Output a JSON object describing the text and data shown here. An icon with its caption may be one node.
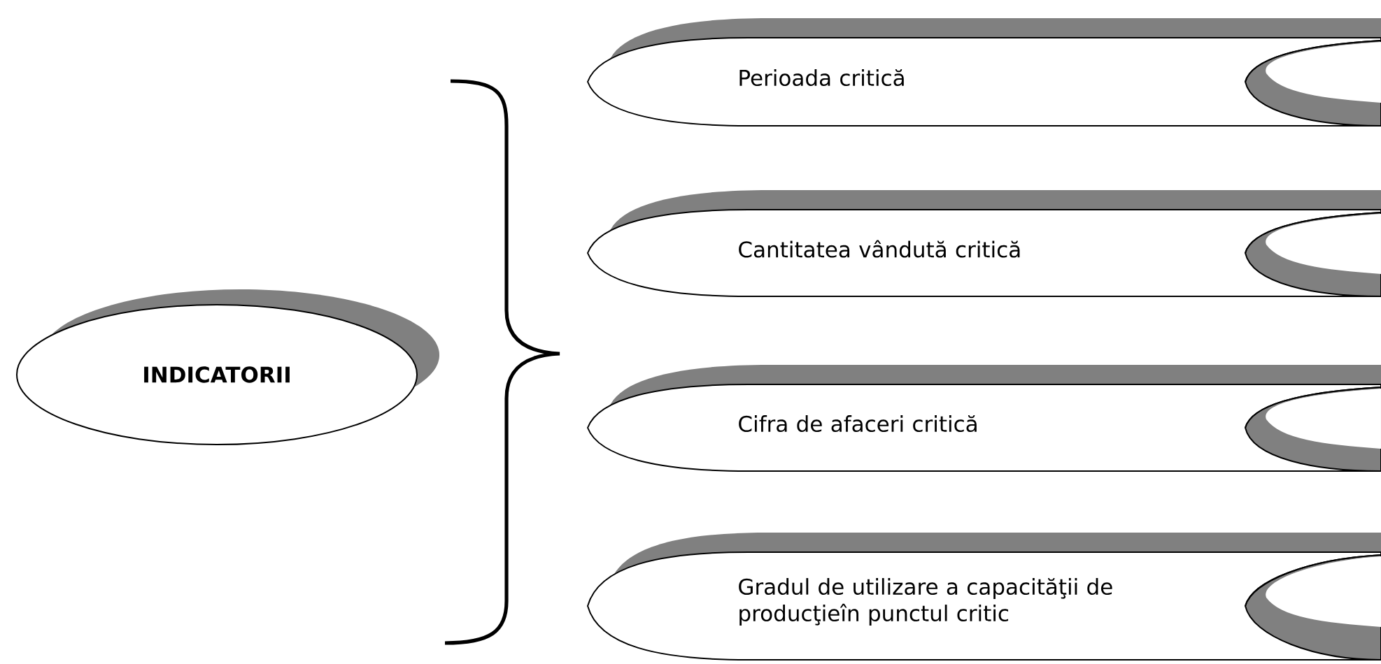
{
  "diagram": {
    "nodes": [
      {
        "text": [
          "INDICATORII"
        ]
      },
      {
        "text": [
          "Perioada critică"
        ]
      },
      {
        "text": [
          "Cantitatea vândută critică"
        ]
      },
      {
        "text": [
          "Cifra de afaceri critică"
        ]
      },
      {
        "text": [
          "Gradul de utilizare a capacităţii de producţieîn punctul critic"
        ]
      }
    ]
  }
}
